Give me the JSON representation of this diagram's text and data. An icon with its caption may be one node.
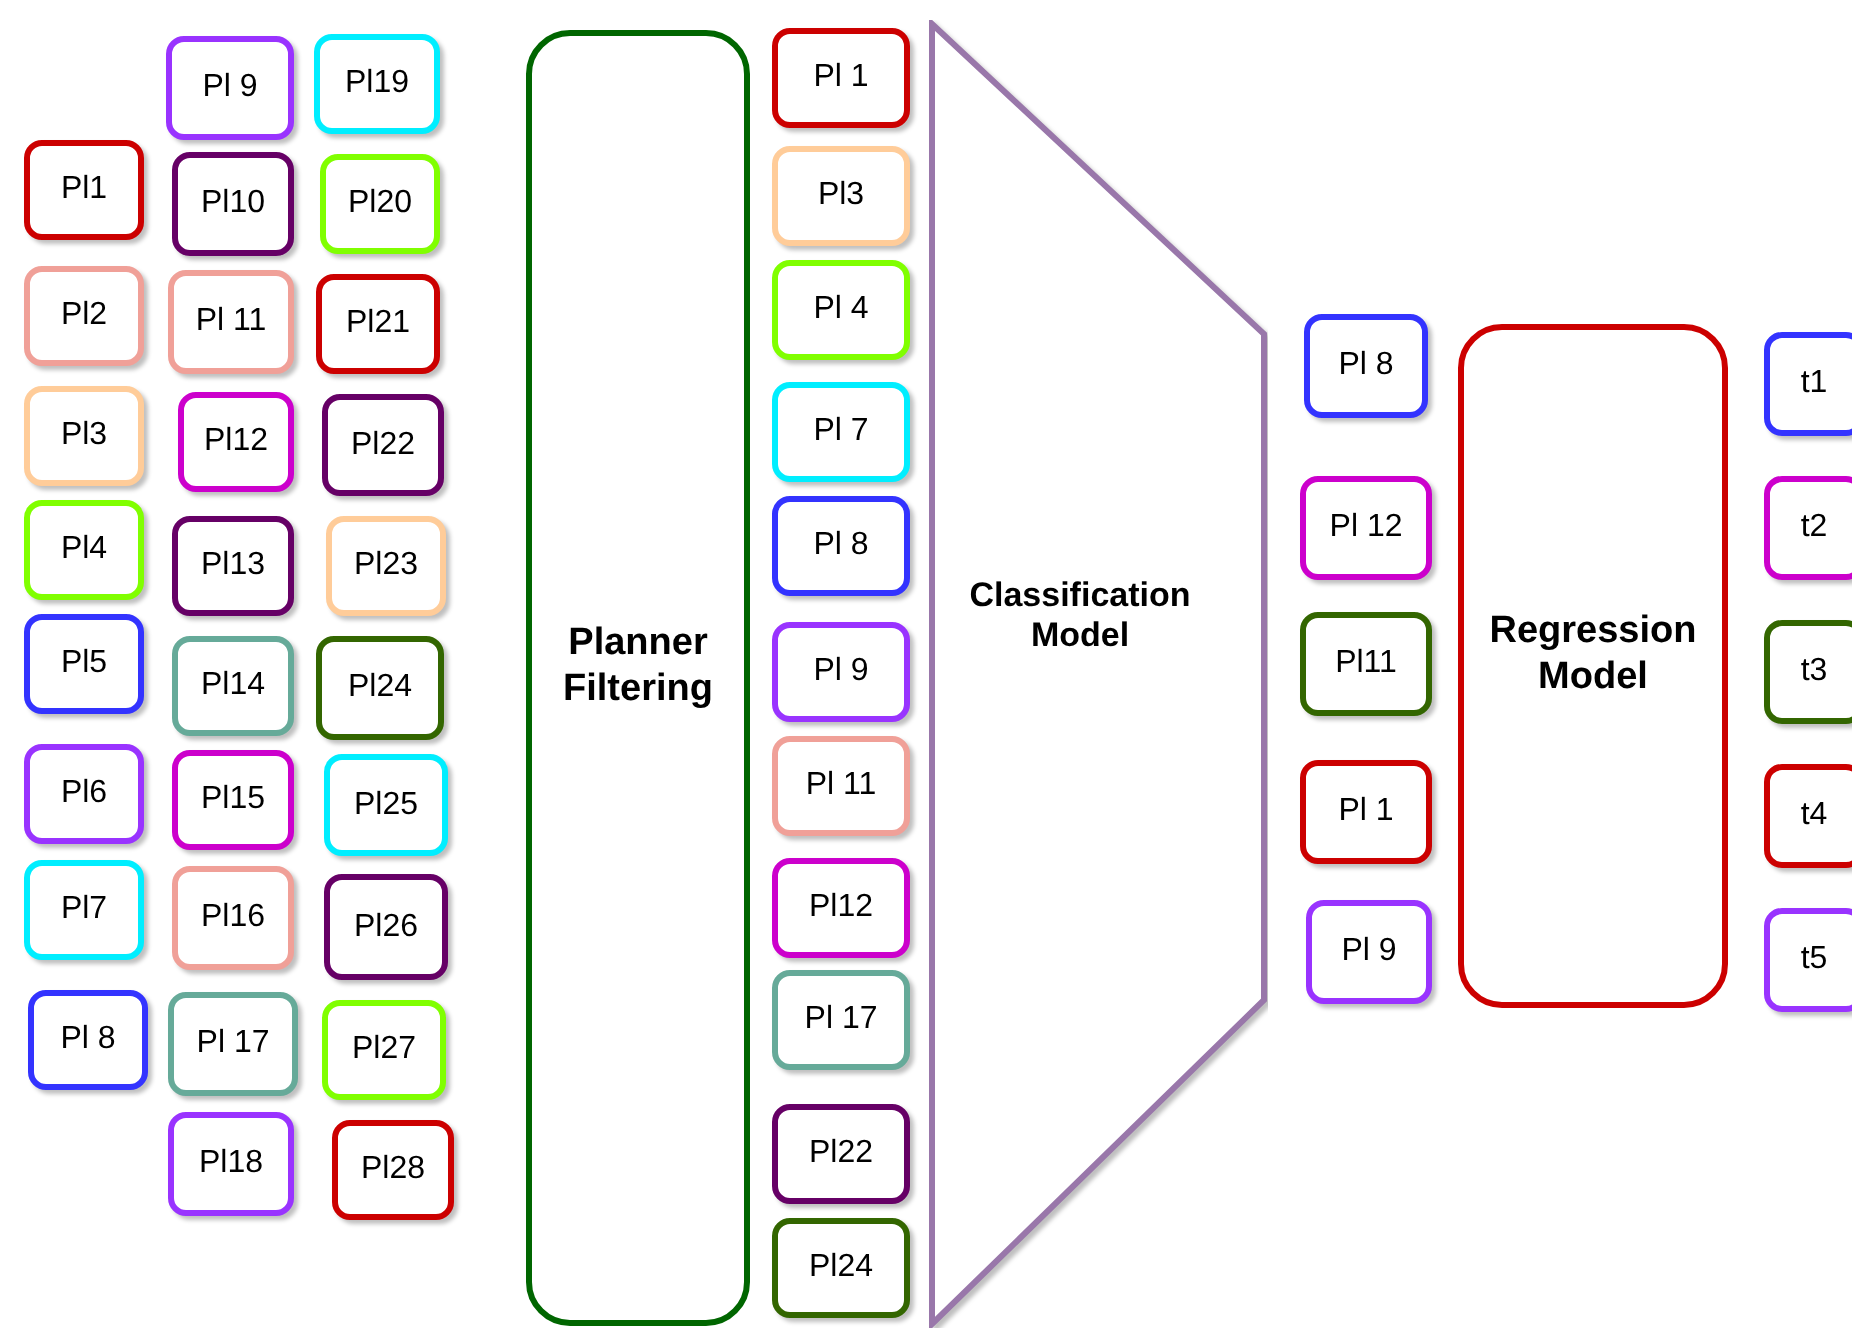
{
  "diagram": {
    "nodes": [
      {
        "text": [
          "Pl1"
        ]
      },
      {
        "text": [
          "Pl2"
        ]
      },
      {
        "text": [
          "Pl3"
        ]
      },
      {
        "text": [
          "Pl4"
        ]
      },
      {
        "text": [
          "Pl5"
        ]
      },
      {
        "text": [
          "Pl6"
        ]
      },
      {
        "text": [
          "Pl7"
        ]
      },
      {
        "text": [
          "Pl 8"
        ]
      },
      {
        "text": [
          "Pl 9"
        ]
      },
      {
        "text": [
          "Pl10"
        ]
      },
      {
        "text": [
          "Pl 11"
        ]
      },
      {
        "text": [
          "Pl12"
        ]
      },
      {
        "text": [
          "Pl13"
        ]
      },
      {
        "text": [
          "Pl14"
        ]
      },
      {
        "text": [
          "Pl15"
        ]
      },
      {
        "text": [
          "Pl16"
        ]
      },
      {
        "text": [
          "Pl 17"
        ]
      },
      {
        "text": [
          "Pl18"
        ]
      },
      {
        "text": [
          "Pl19"
        ]
      },
      {
        "text": [
          "Pl20"
        ]
      },
      {
        "text": [
          "Pl21"
        ]
      },
      {
        "text": [
          "Pl22"
        ]
      },
      {
        "text": [
          "Pl23"
        ]
      },
      {
        "text": [
          "Pl24"
        ]
      },
      {
        "text": [
          "Pl25"
        ]
      },
      {
        "text": [
          "Pl26"
        ]
      },
      {
        "text": [
          "Pl27"
        ]
      },
      {
        "text": [
          "Pl28"
        ]
      },
      {
        "text": [
          "Planner Filtering"
        ]
      },
      {
        "text": [
          "Pl 1"
        ]
      },
      {
        "text": [
          "Pl3"
        ]
      },
      {
        "text": [
          "Pl 4"
        ]
      },
      {
        "text": [
          "Pl 7"
        ]
      },
      {
        "text": [
          "Pl 8"
        ]
      },
      {
        "text": [
          "Pl 9"
        ]
      },
      {
        "text": [
          "Pl 11"
        ]
      },
      {
        "text": [
          "Pl12"
        ]
      },
      {
        "text": [
          "Pl 17"
        ]
      },
      {
        "text": [
          "Pl22"
        ]
      },
      {
        "text": [
          "Pl24"
        ]
      },
      {
        "text": [
          "Classification Model"
        ]
      },
      {
        "text": [
          "Pl 8"
        ]
      },
      {
        "text": [
          "Pl 12"
        ]
      },
      {
        "text": [
          "Pl11"
        ]
      },
      {
        "text": [
          "Pl 1"
        ]
      },
      {
        "text": [
          "Pl 9"
        ]
      },
      {
        "text": [
          "Regression Model"
        ]
      },
      {
        "text": [
          "t1"
        ]
      },
      {
        "text": [
          "t2"
        ]
      },
      {
        "text": [
          "t3"
        ]
      },
      {
        "text": [
          "t4"
        ]
      },
      {
        "text": [
          "t5"
        ]
      }
    ]
  }
}
